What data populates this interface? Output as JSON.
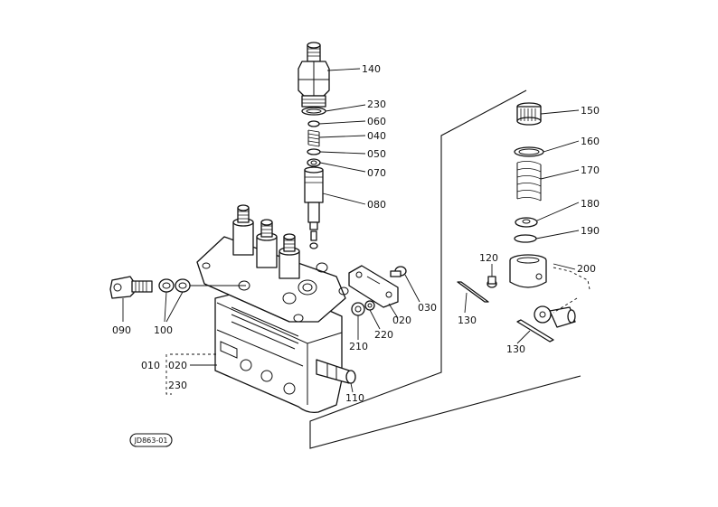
{
  "labels": {
    "p140": "140",
    "p230a": "230",
    "p060": "060",
    "p040": "040",
    "p050": "050",
    "p070": "070",
    "p080": "080",
    "p150": "150",
    "p160": "160",
    "p170": "170",
    "p180": "180",
    "p190": "190",
    "p120": "120",
    "p200": "200",
    "p130a": "130",
    "p130b": "130",
    "p030": "030",
    "p020a": "020",
    "p220": "220",
    "p210": "210",
    "p090": "090",
    "p100": "100",
    "p010": "010",
    "p020b": "020",
    "p230b": "230",
    "p110": "110"
  },
  "drawing_code": "JD863-01"
}
